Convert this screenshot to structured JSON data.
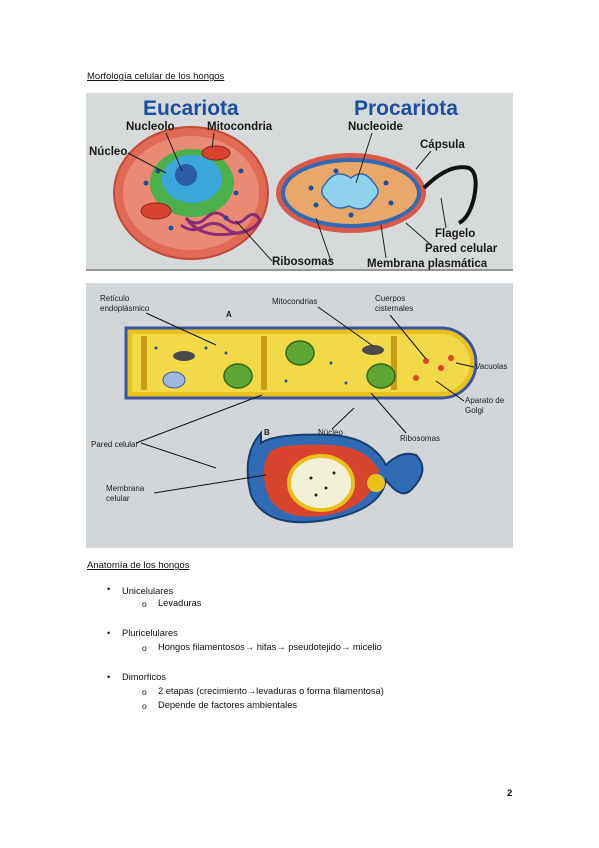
{
  "section1": {
    "heading": "Morfología celular de los hongos"
  },
  "figure1": {
    "titles": {
      "eucariota": "Eucariota",
      "procariota": "Procariota"
    },
    "labels": {
      "nucleolo": "Nucleolo",
      "mitocondria": "Mitocondria",
      "nucleo": "Núcleo",
      "ribosomas": "Ribosomas",
      "nucleoide": "Nucleoide",
      "capsula": "Cápsula",
      "flagelo": "Flagelo",
      "pared_celular": "Pared celular",
      "membrana_plasmatica": "Membrana plasmática"
    }
  },
  "figure2": {
    "labels": {
      "reticulo": [
        "Retículo",
        "endoplásmico"
      ],
      "A": "A",
      "mitocondrias": "Mitocondrias",
      "cuerpos": [
        "Cuerpos",
        "cisternales"
      ],
      "vacuolas": "Vacuolas",
      "aparato": [
        "Aparato de",
        "Golgi"
      ],
      "pared_celular": "Pared celular",
      "B": "B",
      "nucleo": "Núcleo",
      "ribosomas": "Ribosomas",
      "membrana": [
        "Membrana",
        "celular"
      ]
    }
  },
  "section2": {
    "heading": "Anatomía de los hongos",
    "items": [
      {
        "label": "Unicelulares",
        "sub": [
          "Levaduras"
        ]
      },
      {
        "label": "Pluricelulares",
        "sub": [
          "Hongos filamentosos→ hifas→ pseudotejido→ micelio"
        ]
      },
      {
        "label": "Dimorficos",
        "sub": [
          "2 etapas (crecimiento→levaduras o forma filamentosa)",
          "Depende de factores ambientales"
        ]
      }
    ],
    "bullet_symbol": "•",
    "sub_bullet_symbol": "o"
  },
  "page_number": "2"
}
